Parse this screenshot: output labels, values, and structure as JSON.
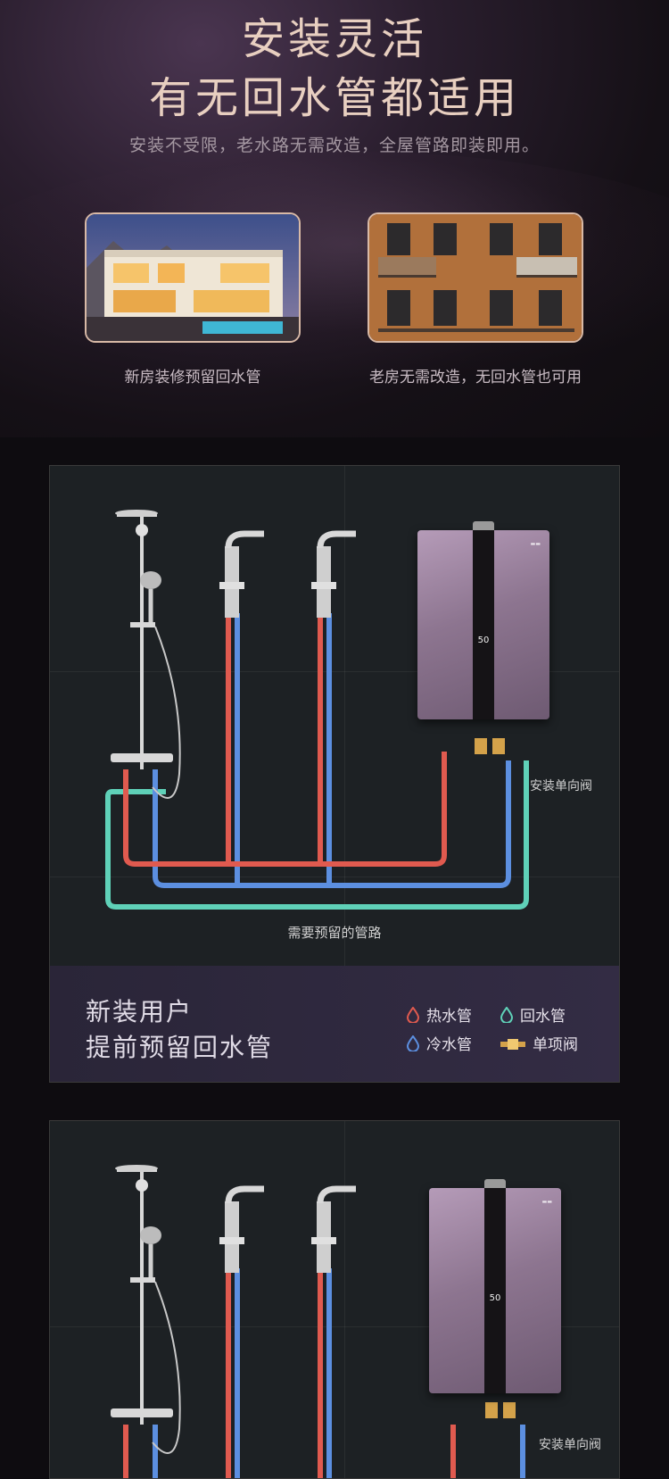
{
  "hero": {
    "title_line1": "安装灵活",
    "title_line2": "有无回水管都适用",
    "subtitle": "安装不受限，老水路无需改造，全屋管路即装即用。",
    "photos": [
      {
        "caption": "新房装修预留回水管"
      },
      {
        "caption": "老房无需改造，无回水管也可用"
      }
    ]
  },
  "panel1": {
    "valve_label": "安装单向阀",
    "pipe_label": "需要预留的管路",
    "footer_line1": "新装用户",
    "footer_line2": "提前预留回水管",
    "heater_display": "50",
    "legend": [
      {
        "label": "热水管",
        "color": "#e05a4f"
      },
      {
        "label": "回水管",
        "color": "#5fd1b8"
      },
      {
        "label": "冷水管",
        "color": "#5c8fe0"
      },
      {
        "label": "单项阀",
        "color": "#d4a24a"
      }
    ]
  },
  "panel2": {
    "valve_label": "安装单向阀",
    "heater_display": "50"
  },
  "colors": {
    "hot": "#e05a4f",
    "cold": "#5c8fe0",
    "return": "#5fd1b8",
    "accent": "#e8cfc0"
  }
}
